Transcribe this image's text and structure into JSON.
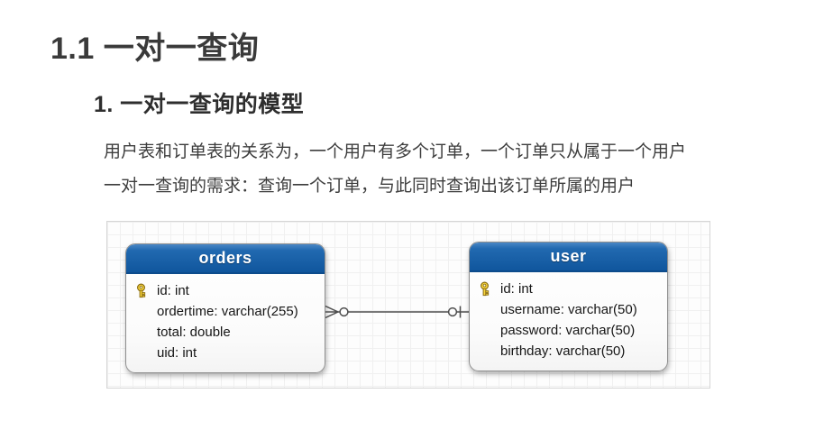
{
  "page": {
    "heading": "1.1 一对一查询",
    "subheading": "1. 一对一查询的模型",
    "paragraph": {
      "line1": "用户表和订单表的关系为，一个用户有多个订单，一个订单只从属于一个用户",
      "line2": "一对一查询的需求：查询一个订单，与此同时查询出该订单所属的用户"
    }
  },
  "diagram": {
    "tables": [
      {
        "title": "orders",
        "fields": [
          "id: int",
          "ordertime: varchar(255)",
          "total: double",
          "uid: int"
        ],
        "primary_key_field": "id: int"
      },
      {
        "title": "user",
        "fields": [
          "id: int",
          "username: varchar(50)",
          "password: varchar(50)",
          "birthday: varchar(50)"
        ],
        "primary_key_field": "id: int"
      }
    ],
    "relationship": {
      "from": "orders",
      "to": "user",
      "orders_end": "zero-or-many",
      "user_end": "one"
    },
    "colors": {
      "header_blue_top": "#4a87c5",
      "header_blue_bottom": "#10569d",
      "key_yellow": "#f8d53c",
      "key_outline": "#8a6d13",
      "connector_gray": "#4d4d4d",
      "grid_line": "#e9e9e9"
    },
    "icons": [
      "key-icon"
    ]
  }
}
